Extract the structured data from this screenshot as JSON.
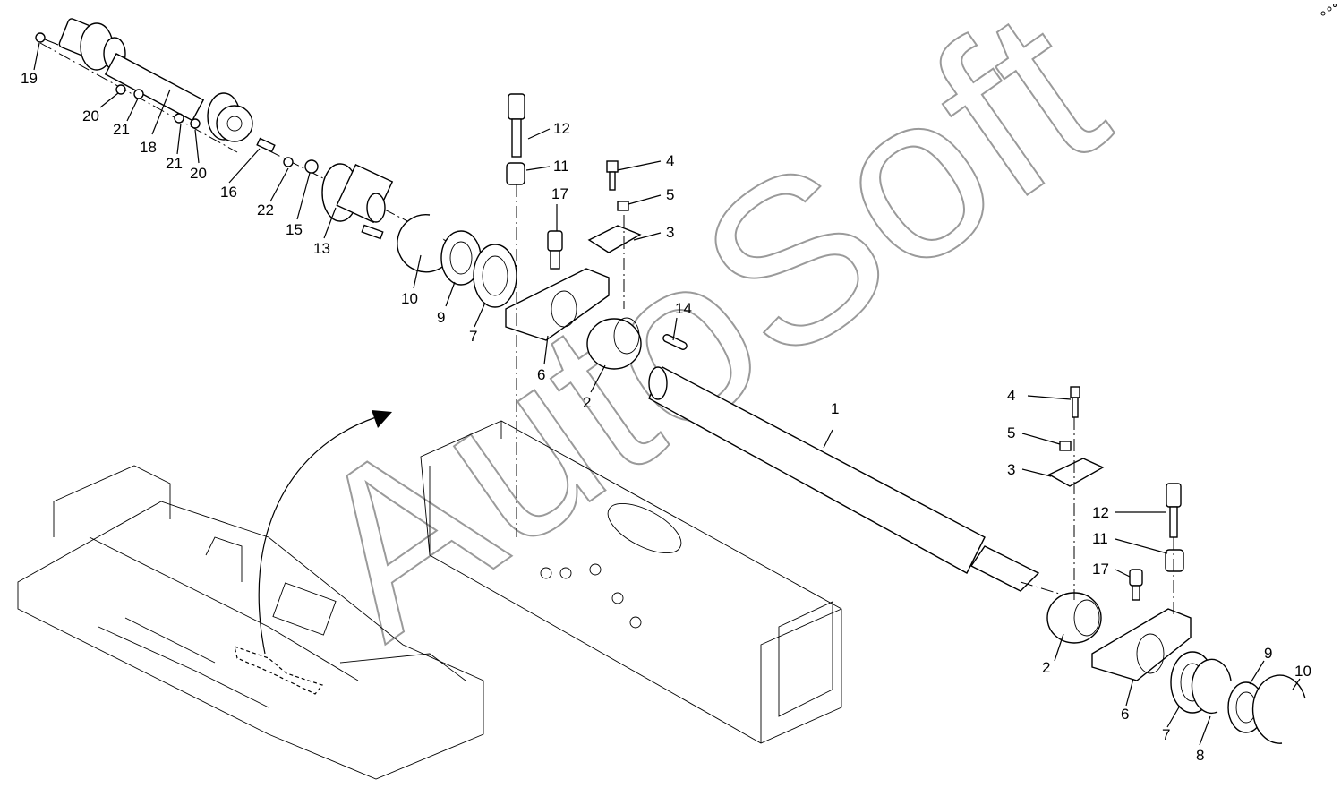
{
  "watermark": {
    "text": "AutoSoft"
  },
  "callouts": [
    {
      "id": "c19a",
      "text": "19"
    },
    {
      "id": "c20a",
      "text": "20"
    },
    {
      "id": "c21a",
      "text": "21"
    },
    {
      "id": "c18",
      "text": "18"
    },
    {
      "id": "c21b",
      "text": "21"
    },
    {
      "id": "c20b",
      "text": "20"
    },
    {
      "id": "c16",
      "text": "16"
    },
    {
      "id": "c22",
      "text": "22"
    },
    {
      "id": "c15",
      "text": "15"
    },
    {
      "id": "c13",
      "text": "13"
    },
    {
      "id": "c10a",
      "text": "10"
    },
    {
      "id": "c9a",
      "text": "9"
    },
    {
      "id": "c7a",
      "text": "7"
    },
    {
      "id": "c6a",
      "text": "6"
    },
    {
      "id": "c2a",
      "text": "2"
    },
    {
      "id": "c14",
      "text": "14"
    },
    {
      "id": "c12a",
      "text": "12"
    },
    {
      "id": "c11a",
      "text": "11"
    },
    {
      "id": "c17a",
      "text": "17"
    },
    {
      "id": "c4a",
      "text": "4"
    },
    {
      "id": "c5a",
      "text": "5"
    },
    {
      "id": "c3a",
      "text": "3"
    },
    {
      "id": "c1",
      "text": "1"
    },
    {
      "id": "c4b",
      "text": "4"
    },
    {
      "id": "c5b",
      "text": "5"
    },
    {
      "id": "c3b",
      "text": "3"
    },
    {
      "id": "c12b",
      "text": "12"
    },
    {
      "id": "c11b",
      "text": "11"
    },
    {
      "id": "c17b",
      "text": "17"
    },
    {
      "id": "c2b",
      "text": "2"
    },
    {
      "id": "c6b",
      "text": "6"
    },
    {
      "id": "c7b",
      "text": "7"
    },
    {
      "id": "c8",
      "text": "8"
    },
    {
      "id": "c9b",
      "text": "9"
    },
    {
      "id": "c10b",
      "text": "10"
    }
  ]
}
